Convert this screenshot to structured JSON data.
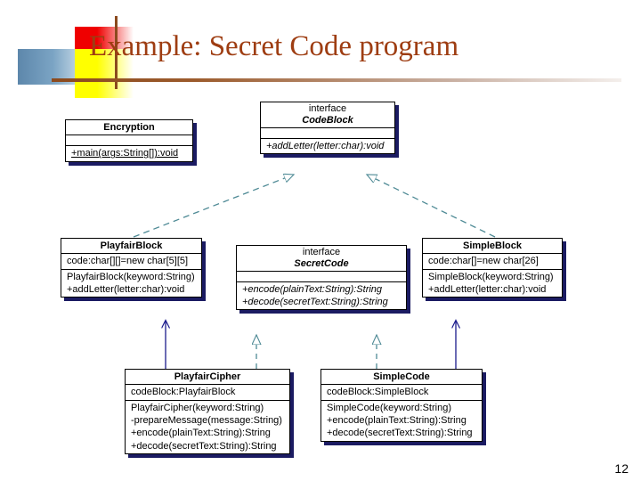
{
  "slide": {
    "title": "Example: Secret Code program",
    "page_number": "12",
    "title_color": "#9e3d12",
    "box_border_color": "#000000",
    "box_shadow_color": "#1b1b62",
    "realization_color": "#4e8a95",
    "association_color": "#1b1b8c"
  },
  "classes": {
    "encryption": {
      "name": "Encryption",
      "members": [],
      "methods": [
        "+main(args:String[]):void"
      ]
    },
    "code_block": {
      "stereotype": "interface",
      "name": "CodeBlock",
      "members": [],
      "methods": [
        "+addLetter(letter:char):void"
      ]
    },
    "playfair_block": {
      "name": "PlayfairBlock",
      "members": [
        "code:char[][]=new char[5][5]"
      ],
      "methods": [
        "PlayfairBlock(keyword:String)",
        "+addLetter(letter:char):void"
      ]
    },
    "secret_code": {
      "stereotype": "interface",
      "name": "SecretCode",
      "members": [],
      "methods": [
        "+encode(plainText:String):String",
        "+decode(secretText:String):String"
      ]
    },
    "simple_block": {
      "name": "SimpleBlock",
      "members": [
        "code:char[]=new char[26]"
      ],
      "methods": [
        "SimpleBlock(keyword:String)",
        "+addLetter(letter:char):void"
      ]
    },
    "playfair_cipher": {
      "name": "PlayfairCipher",
      "members": [
        "codeBlock:PlayfairBlock"
      ],
      "methods": [
        "PlayfairCipher(keyword:String)",
        "-prepareMessage(message:String)",
        "+encode(plainText:String):String",
        "+decode(secretText:String):String"
      ]
    },
    "simple_code": {
      "name": "SimpleCode",
      "members": [
        "codeBlock:SimpleBlock"
      ],
      "methods": [
        "SimpleCode(keyword:String)",
        "+encode(plainText:String):String",
        "+decode(secretText:String):String"
      ]
    }
  }
}
